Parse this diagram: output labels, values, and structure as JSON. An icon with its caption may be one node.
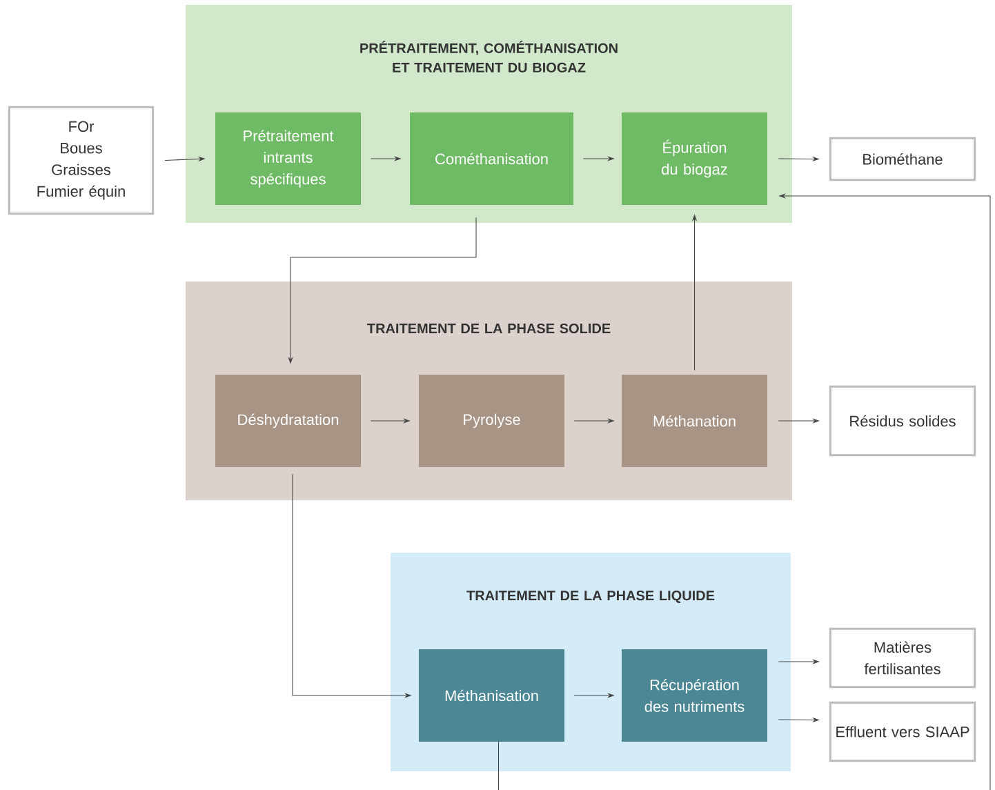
{
  "diagram": {
    "nodes": [
      {
        "text": [
          "PRÉTRAITEMENT, COMÉTHANISATION ET TRAITEMENT DU BIOGAZ"
        ]
      },
      {
        "text": [
          "Prétraitement intrants spécifiques"
        ],
        "in": 0
      },
      {
        "text": [
          "Cométhanisation"
        ],
        "in": 0
      },
      {
        "text": [
          "Épuration du biogaz"
        ],
        "in": 0
      },
      {
        "text": [
          "TRAITEMENT DE LA PHASE SOLIDE"
        ]
      },
      {
        "text": [
          "Déshydratation"
        ],
        "in": 4
      },
      {
        "text": [
          "Pyrolyse"
        ],
        "in": 4
      },
      {
        "text": [
          "Méthanation"
        ],
        "in": 4
      },
      {
        "text": [
          "TRAITEMENT DE LA PHASE LIQUIDE"
        ]
      },
      {
        "text": [
          "Méthanisation"
        ],
        "in": 8
      },
      {
        "text": [
          "Récupération des nutriments"
        ],
        "in": 8
      },
      {
        "text": [
          "FOr",
          "Boues",
          "Graisses",
          "Fumier équin"
        ]
      },
      {
        "text": [
          "Biométhane"
        ]
      },
      {
        "text": [
          "Résidus solides"
        ]
      },
      {
        "text": [
          "Matières fertilisantes"
        ]
      },
      {
        "text": [
          "Effluent vers SIAAP"
        ]
      }
    ],
    "edges": [
      {
        "from": 11,
        "to": 1,
        "arrow": "to"
      },
      {
        "from": 1,
        "to": 2,
        "arrow": "to"
      },
      {
        "from": 2,
        "to": 3,
        "arrow": "to"
      },
      {
        "from": 3,
        "to": 12,
        "arrow": "to"
      },
      {
        "from": 2,
        "to": 5,
        "arrow": "to"
      },
      {
        "from": 5,
        "to": 6,
        "arrow": "to"
      },
      {
        "from": 6,
        "to": 7,
        "arrow": "to"
      },
      {
        "from": 7,
        "to": 3,
        "arrow": "to"
      },
      {
        "from": 7,
        "to": 13,
        "arrow": "to"
      },
      {
        "from": 5,
        "to": 9,
        "arrow": "to"
      },
      {
        "from": 9,
        "to": 10,
        "arrow": "to"
      },
      {
        "from": 10,
        "to": 14,
        "arrow": "to"
      },
      {
        "from": 10,
        "to": 15,
        "arrow": "to"
      },
      {
        "from": 9,
        "to": 3,
        "arrow": "to"
      }
    ]
  }
}
